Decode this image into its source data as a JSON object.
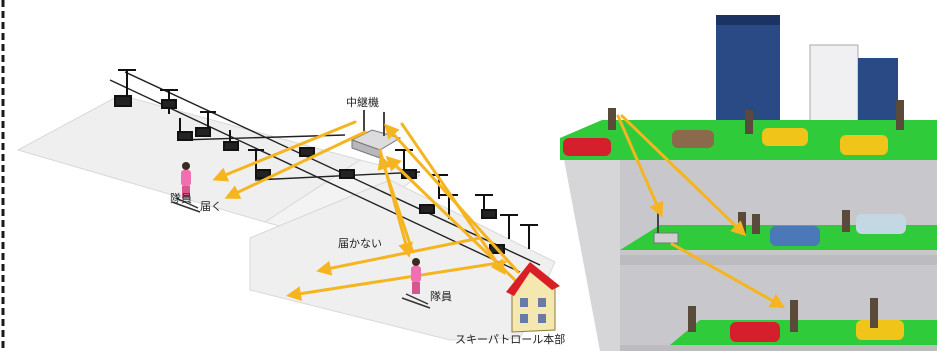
{
  "left_diagram": {
    "repeater_label": "中継機",
    "member_label_top": "隊員",
    "reach_ok_label": "届く",
    "no_reach_label": "届かない",
    "member_label_bottom": "隊員",
    "hq_label": "スキーパトロール本部"
  },
  "colors": {
    "signal_arrow": "#f5b521",
    "slope_floor": "#efeff0",
    "parking_floor": "#2fcb3a",
    "parking_wall": "#c8c8cc",
    "building_glass": "#2a4a86",
    "hq_roof": "#d91f25",
    "border_dash": "#1a1a1a"
  }
}
